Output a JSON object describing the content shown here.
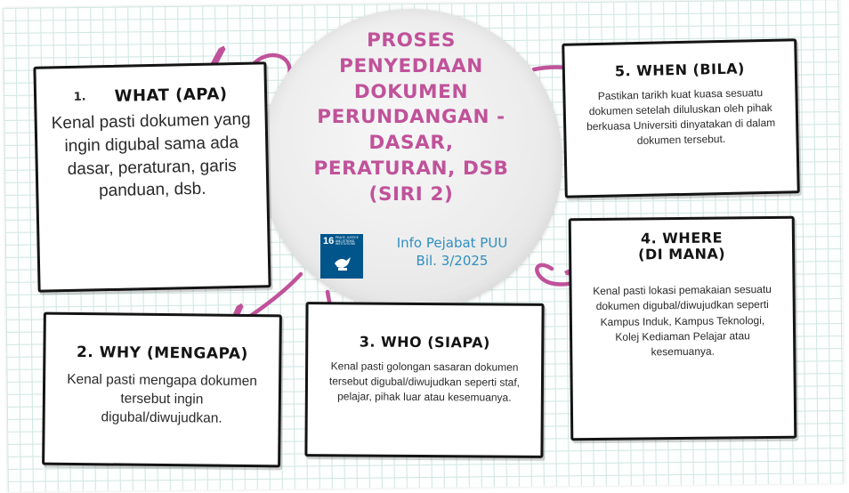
{
  "center": {
    "title_lines": [
      "PROSES",
      "PENYEDIAAN",
      "DOKUMEN",
      "PERUNDANGAN -",
      "DASAR,",
      "PERATURAN, DSB",
      "(SIRI 2)"
    ],
    "info_line1": "Info Pejabat PUU",
    "info_line2": "Bil. 3/2025",
    "sdg_number": "16",
    "sdg_label": "PEACE, JUSTICE AND STRONG INSTITUTIONS",
    "sdg_icon": "dove-gavel-icon"
  },
  "boxes": {
    "what": {
      "number": "1.",
      "title": "WHAT (APA)",
      "text": "Kenal pasti dokumen yang ingin digubal sama ada dasar, peraturan, garis panduan, dsb."
    },
    "why": {
      "title": "2. WHY (MENGAPA)",
      "text": "Kenal pasti mengapa dokumen tersebut ingin digubal/diwujudkan."
    },
    "who": {
      "title": "3. WHO (SIAPA)",
      "text": "Kenal pasti golongan sasaran dokumen tersebut digubal/diwujudkan seperti staf, pelajar, pihak luar atau kesemuanya."
    },
    "when": {
      "title": "5. WHEN (BILA)",
      "text": "Pastikan tarikh kuat kuasa sesuatu dokumen setelah diluluskan oleh pihak berkuasa Universiti dinyatakan di dalam dokumen tersebut."
    },
    "where": {
      "title_line1": "4. WHERE",
      "title_line2": "(DI MANA)",
      "text": "Kenal pasti lokasi pemakaian sesuatu dokumen digubal/diwujudkan seperti Kampus Induk, Kampus Teknologi, Kolej Kediaman Pelajar atau kesemuanya."
    }
  },
  "colors": {
    "accent_pink": "#c0529a",
    "info_blue": "#2f8fc0",
    "sdg_blue": "#00558a",
    "border": "#141414"
  }
}
